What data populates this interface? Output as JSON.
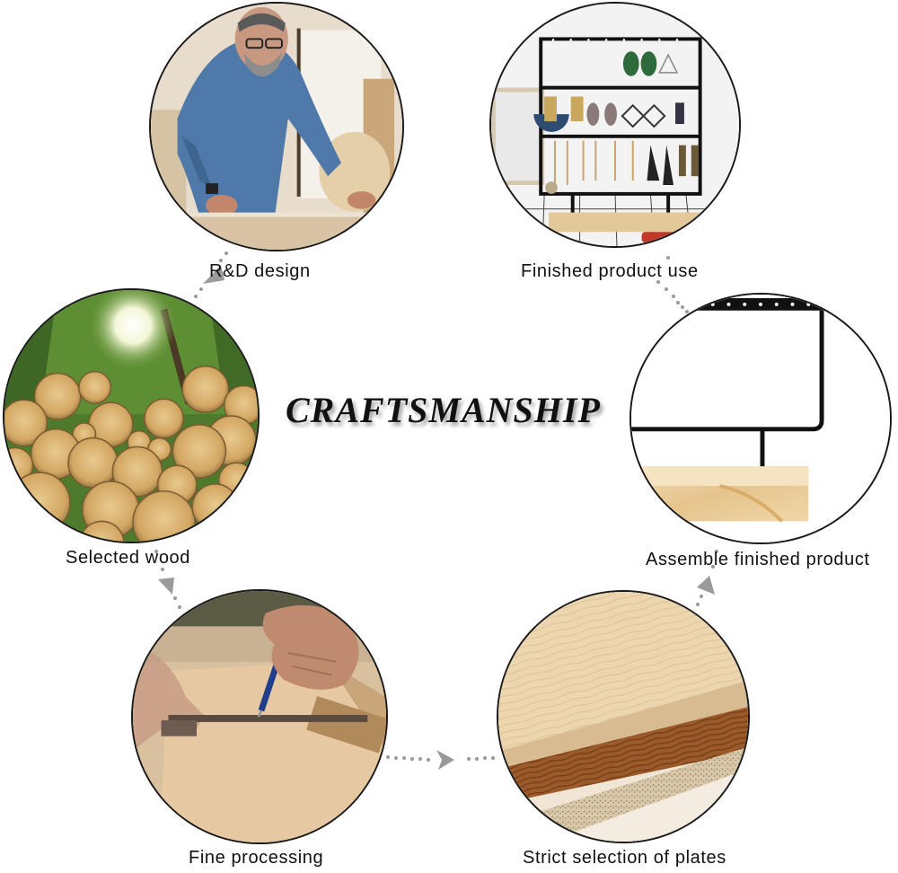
{
  "title": "CRAFTSMANSHIP",
  "steps": [
    {
      "label": "R&D design",
      "image": "designer-at-workbench"
    },
    {
      "label": "Finished product use",
      "image": "earring-display-rack-with-earrings"
    },
    {
      "label": "Selected wood",
      "image": "stacked-logs-in-forest"
    },
    {
      "label": "Assemble finished product",
      "image": "metal-frame-on-wooden-base"
    },
    {
      "label": "Fine processing",
      "image": "hands-measuring-wood-with-pen-and-ruler"
    },
    {
      "label": "Strict selection of plates",
      "image": "stacked-wood-boards-and-particleboard"
    }
  ],
  "flow_order": [
    "Selected wood",
    "Fine processing",
    "Strict selection of plates",
    "Assemble finished product",
    "Finished product use",
    "R&D design"
  ],
  "colors": {
    "background": "#ffffff",
    "text": "#111111",
    "arrow": "#9a9a9a",
    "circle_border": "#1a1a1a"
  }
}
